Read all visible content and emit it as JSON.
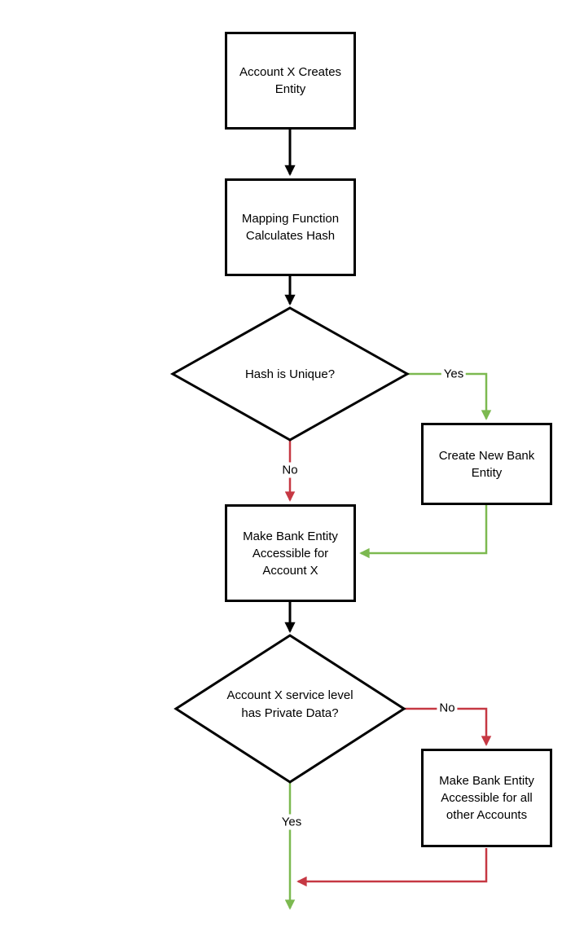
{
  "diagram": {
    "type": "flowchart",
    "background": "#ffffff",
    "colors": {
      "shape_border": "#000000",
      "shape_fill": "#ffffff",
      "text": "#000000",
      "yes_branch_green": "#7CB950",
      "no_branch_red": "#C63843"
    },
    "nodes": [
      {
        "id": "account-x-creates-entity",
        "shape": "rectangle",
        "label": "Account X Creates Entity"
      },
      {
        "id": "mapping-function-calculates-hash",
        "shape": "rectangle",
        "label": "Mapping Function Calculates Hash"
      },
      {
        "id": "hash-is-unique",
        "shape": "diamond",
        "label": "Hash is Unique?"
      },
      {
        "id": "create-new-bank-entity",
        "shape": "rectangle",
        "label": "Create New Bank Entity"
      },
      {
        "id": "make-bank-entity-accessible-for-account-x",
        "shape": "rectangle",
        "label": "Make Bank Entity Accessible for Account X"
      },
      {
        "id": "account-x-service-level-has-private-data",
        "shape": "diamond",
        "label": "Account X service level has Private Data?"
      },
      {
        "id": "make-bank-entity-accessible-for-all-other-accounts",
        "shape": "rectangle",
        "label": "Make Bank Entity Accessible for all other Accounts"
      }
    ],
    "edges": [
      {
        "from": "account-x-creates-entity",
        "to": "mapping-function-calculates-hash",
        "color": "#000000",
        "label": ""
      },
      {
        "from": "mapping-function-calculates-hash",
        "to": "hash-is-unique",
        "color": "#000000",
        "label": ""
      },
      {
        "from": "hash-is-unique",
        "to": "create-new-bank-entity",
        "color": "#7CB950",
        "label": "Yes"
      },
      {
        "from": "hash-is-unique",
        "to": "make-bank-entity-accessible-for-account-x",
        "color": "#C63843",
        "label": "No"
      },
      {
        "from": "create-new-bank-entity",
        "to": "make-bank-entity-accessible-for-account-x",
        "color": "#7CB950",
        "label": ""
      },
      {
        "from": "make-bank-entity-accessible-for-account-x",
        "to": "account-x-service-level-has-private-data",
        "color": "#000000",
        "label": ""
      },
      {
        "from": "account-x-service-level-has-private-data",
        "to": "make-bank-entity-accessible-for-all-other-accounts",
        "color": "#C63843",
        "label": "No"
      },
      {
        "from": "account-x-service-level-has-private-data",
        "to": "flow-end",
        "color": "#7CB950",
        "label": "Yes"
      },
      {
        "from": "make-bank-entity-accessible-for-all-other-accounts",
        "to": "flow-end",
        "color": "#C63843",
        "label": ""
      }
    ]
  }
}
